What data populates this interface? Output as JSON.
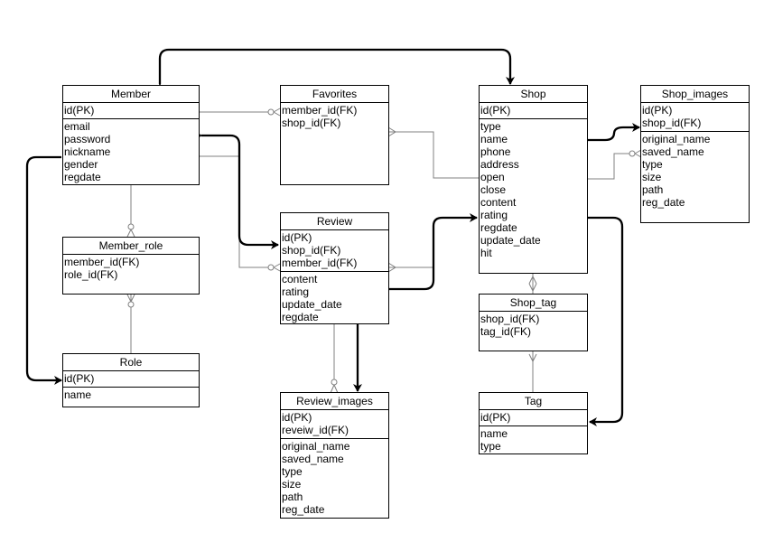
{
  "entities": {
    "member": {
      "title": "Member",
      "keys": [
        "id(PK)"
      ],
      "fields": [
        "email",
        "password",
        "nickname",
        "gender",
        "regdate"
      ]
    },
    "favorites": {
      "title": "Favorites",
      "keys": [
        "member_id(FK)",
        "shop_id(FK)"
      ],
      "fields": []
    },
    "shop": {
      "title": "Shop",
      "keys": [
        "id(PK)"
      ],
      "fields": [
        "type",
        "name",
        "phone",
        "address",
        "open",
        "close",
        "content",
        "rating",
        "regdate",
        "update_date",
        "hit"
      ]
    },
    "shop_images": {
      "title": "Shop_images",
      "keys": [
        "id(PK)",
        "shop_id(FK)"
      ],
      "fields": [
        "original_name",
        "saved_name",
        "type",
        "size",
        "path",
        "reg_date"
      ]
    },
    "member_role": {
      "title": "Member_role",
      "keys": [
        "member_id(FK)",
        "role_id(FK)"
      ],
      "fields": []
    },
    "review": {
      "title": "Review",
      "keys": [
        "id(PK)",
        "shop_id(FK)",
        "member_id(FK)"
      ],
      "fields": [
        "content",
        "rating",
        "update_date",
        "regdate"
      ]
    },
    "shop_tag": {
      "title": "Shop_tag",
      "keys": [
        "shop_id(FK)",
        "tag_id(FK)"
      ],
      "fields": []
    },
    "role": {
      "title": "Role",
      "keys": [
        "id(PK)"
      ],
      "fields": [
        "name"
      ]
    },
    "review_images": {
      "title": "Review_images",
      "keys": [
        "id(PK)",
        "reveiw_id(FK)"
      ],
      "fields": [
        "original_name",
        "saved_name",
        "type",
        "size",
        "path",
        "reg_date"
      ]
    },
    "tag": {
      "title": "Tag",
      "keys": [
        "id(PK)"
      ],
      "fields": [
        "name",
        "type"
      ]
    }
  },
  "colors": {
    "line": "#000000",
    "relation": "#808080"
  }
}
